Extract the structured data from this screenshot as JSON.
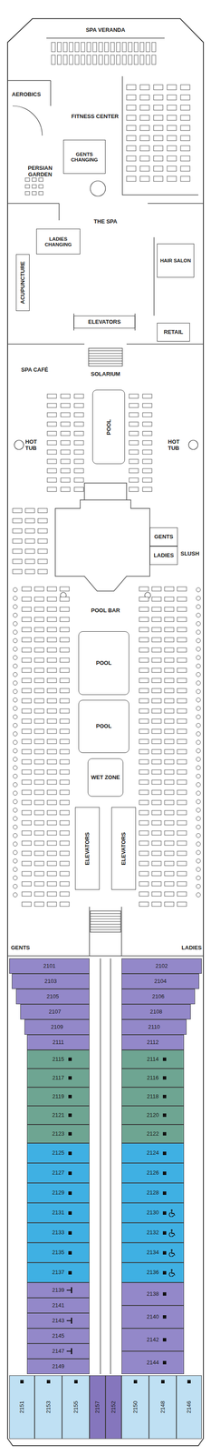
{
  "diagram": {
    "nodes": [
      {
        "text": [
          "GENTS CHANGING"
        ]
      },
      {
        "text": [
          "LADIES CHANGING"
        ]
      },
      {
        "text": [
          "ACUPUNCTURE"
        ]
      },
      {
        "text": [
          "HAIR SALON"
        ]
      },
      {
        "text": [
          "ELEVATORS"
        ]
      },
      {
        "text": [
          "RETAIL"
        ]
      },
      {
        "text": [
          "POOL"
        ]
      },
      {
        "text": [
          "GENTS"
        ]
      },
      {
        "text": [
          "LADIES"
        ]
      },
      {
        "text": [
          "POOL"
        ]
      },
      {
        "text": [
          "POOL"
        ]
      },
      {
        "text": [
          "WET ZONE"
        ]
      },
      {
        "text": [
          "ELEVATORS"
        ]
      },
      {
        "text": [
          "ELEVATORS"
        ]
      },
      {
        "text": [
          "2101"
        ]
      },
      {
        "text": [
          "2102"
        ]
      },
      {
        "text": [
          "2103"
        ]
      },
      {
        "text": [
          "2104"
        ]
      },
      {
        "text": [
          "2105"
        ]
      },
      {
        "text": [
          "2106"
        ]
      },
      {
        "text": [
          "2107"
        ]
      },
      {
        "text": [
          "2108"
        ]
      },
      {
        "text": [
          "2109"
        ]
      },
      {
        "text": [
          "2110"
        ]
      },
      {
        "text": [
          "2111"
        ]
      },
      {
        "text": [
          "2112"
        ]
      },
      {
        "text": [
          "2115"
        ]
      },
      {
        "text": [
          "2114"
        ]
      },
      {
        "text": [
          "2117"
        ]
      },
      {
        "text": [
          "2116"
        ]
      },
      {
        "text": [
          "2119"
        ]
      },
      {
        "text": [
          "2118"
        ]
      },
      {
        "text": [
          "2121"
        ]
      },
      {
        "text": [
          "2120"
        ]
      },
      {
        "text": [
          "2123"
        ]
      },
      {
        "text": [
          "2122"
        ]
      },
      {
        "text": [
          "2125"
        ]
      },
      {
        "text": [
          "2124"
        ]
      },
      {
        "text": [
          "2127"
        ]
      },
      {
        "text": [
          "2126"
        ]
      },
      {
        "text": [
          "2129"
        ]
      },
      {
        "text": [
          "2128"
        ]
      },
      {
        "text": [
          "2131"
        ]
      },
      {
        "text": [
          "2130"
        ]
      },
      {
        "text": [
          "2133"
        ]
      },
      {
        "text": [
          "2132"
        ]
      },
      {
        "text": [
          "2135"
        ]
      },
      {
        "text": [
          "2134"
        ]
      },
      {
        "text": [
          "2137"
        ]
      },
      {
        "text": [
          "2136"
        ]
      },
      {
        "text": [
          "2139"
        ]
      },
      {
        "text": [
          "2138"
        ]
      },
      {
        "text": [
          "2141"
        ]
      },
      {
        "text": [
          "2140"
        ]
      },
      {
        "text": [
          "2143"
        ]
      },
      {
        "text": [
          "2142"
        ]
      },
      {
        "text": [
          "2145"
        ]
      },
      {
        "text": [
          "2144"
        ]
      },
      {
        "text": [
          "2147"
        ]
      },
      {
        "text": [
          "2149"
        ]
      },
      {
        "text": [
          "2151"
        ]
      },
      {
        "text": [
          "2153"
        ]
      },
      {
        "text": [
          "2155"
        ]
      },
      {
        "text": [
          "2157"
        ]
      },
      {
        "text": [
          "2152"
        ]
      },
      {
        "text": [
          "2150"
        ]
      },
      {
        "text": [
          "2148"
        ]
      },
      {
        "text": [
          "2146"
        ]
      }
    ],
    "labels": [
      "SPA VERANDA",
      "AEROBICS",
      "FITNESS CENTER",
      "PERSIAN GARDEN",
      "THE SPA",
      "SPA CAFÉ",
      "SOLARIUM",
      "HOT TUB",
      "HOT TUB",
      "SLUSH",
      "POOL BAR",
      "GENTS",
      "LADIES"
    ]
  }
}
